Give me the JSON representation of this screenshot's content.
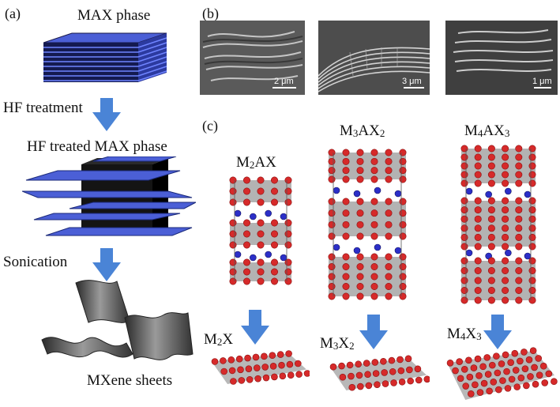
{
  "panels": {
    "a": {
      "label": "(a)"
    },
    "b": {
      "label": "(b)"
    },
    "c": {
      "label": "(c)"
    }
  },
  "left": {
    "max_phase": "MAX phase",
    "hf_treatment": "HF treatment",
    "hf_treated": "HF treated MAX phase",
    "sonication": "Sonication",
    "mxene_sheets": "MXene sheets"
  },
  "sem": {
    "scale1": "2 μm",
    "scale2": "3 μm",
    "scale3": "1 μm"
  },
  "structures": {
    "m2ax": {
      "m": "M",
      "s1": "2",
      "rest": "AX"
    },
    "m3ax2": {
      "m": "M",
      "s1": "3",
      "mid": "AX",
      "s2": "2"
    },
    "m4ax3": {
      "m": "M",
      "s1": "4",
      "mid": "AX",
      "s2": "3"
    },
    "m2x": {
      "m": "M",
      "s1": "2",
      "rest": "X"
    },
    "m3x2": {
      "m": "M",
      "s1": "3",
      "mid": "X",
      "s2": "2"
    },
    "m4x3": {
      "m": "M",
      "s1": "4",
      "mid": "X",
      "s2": "3"
    }
  },
  "colors": {
    "arrow": "#4a84d6",
    "sheet_blue": "#4b5fd6",
    "sheet_black": "#151515",
    "atom_red": "#d62a2a",
    "atom_blue": "#2c2fc8",
    "octahedron": "#9a9a9a"
  }
}
